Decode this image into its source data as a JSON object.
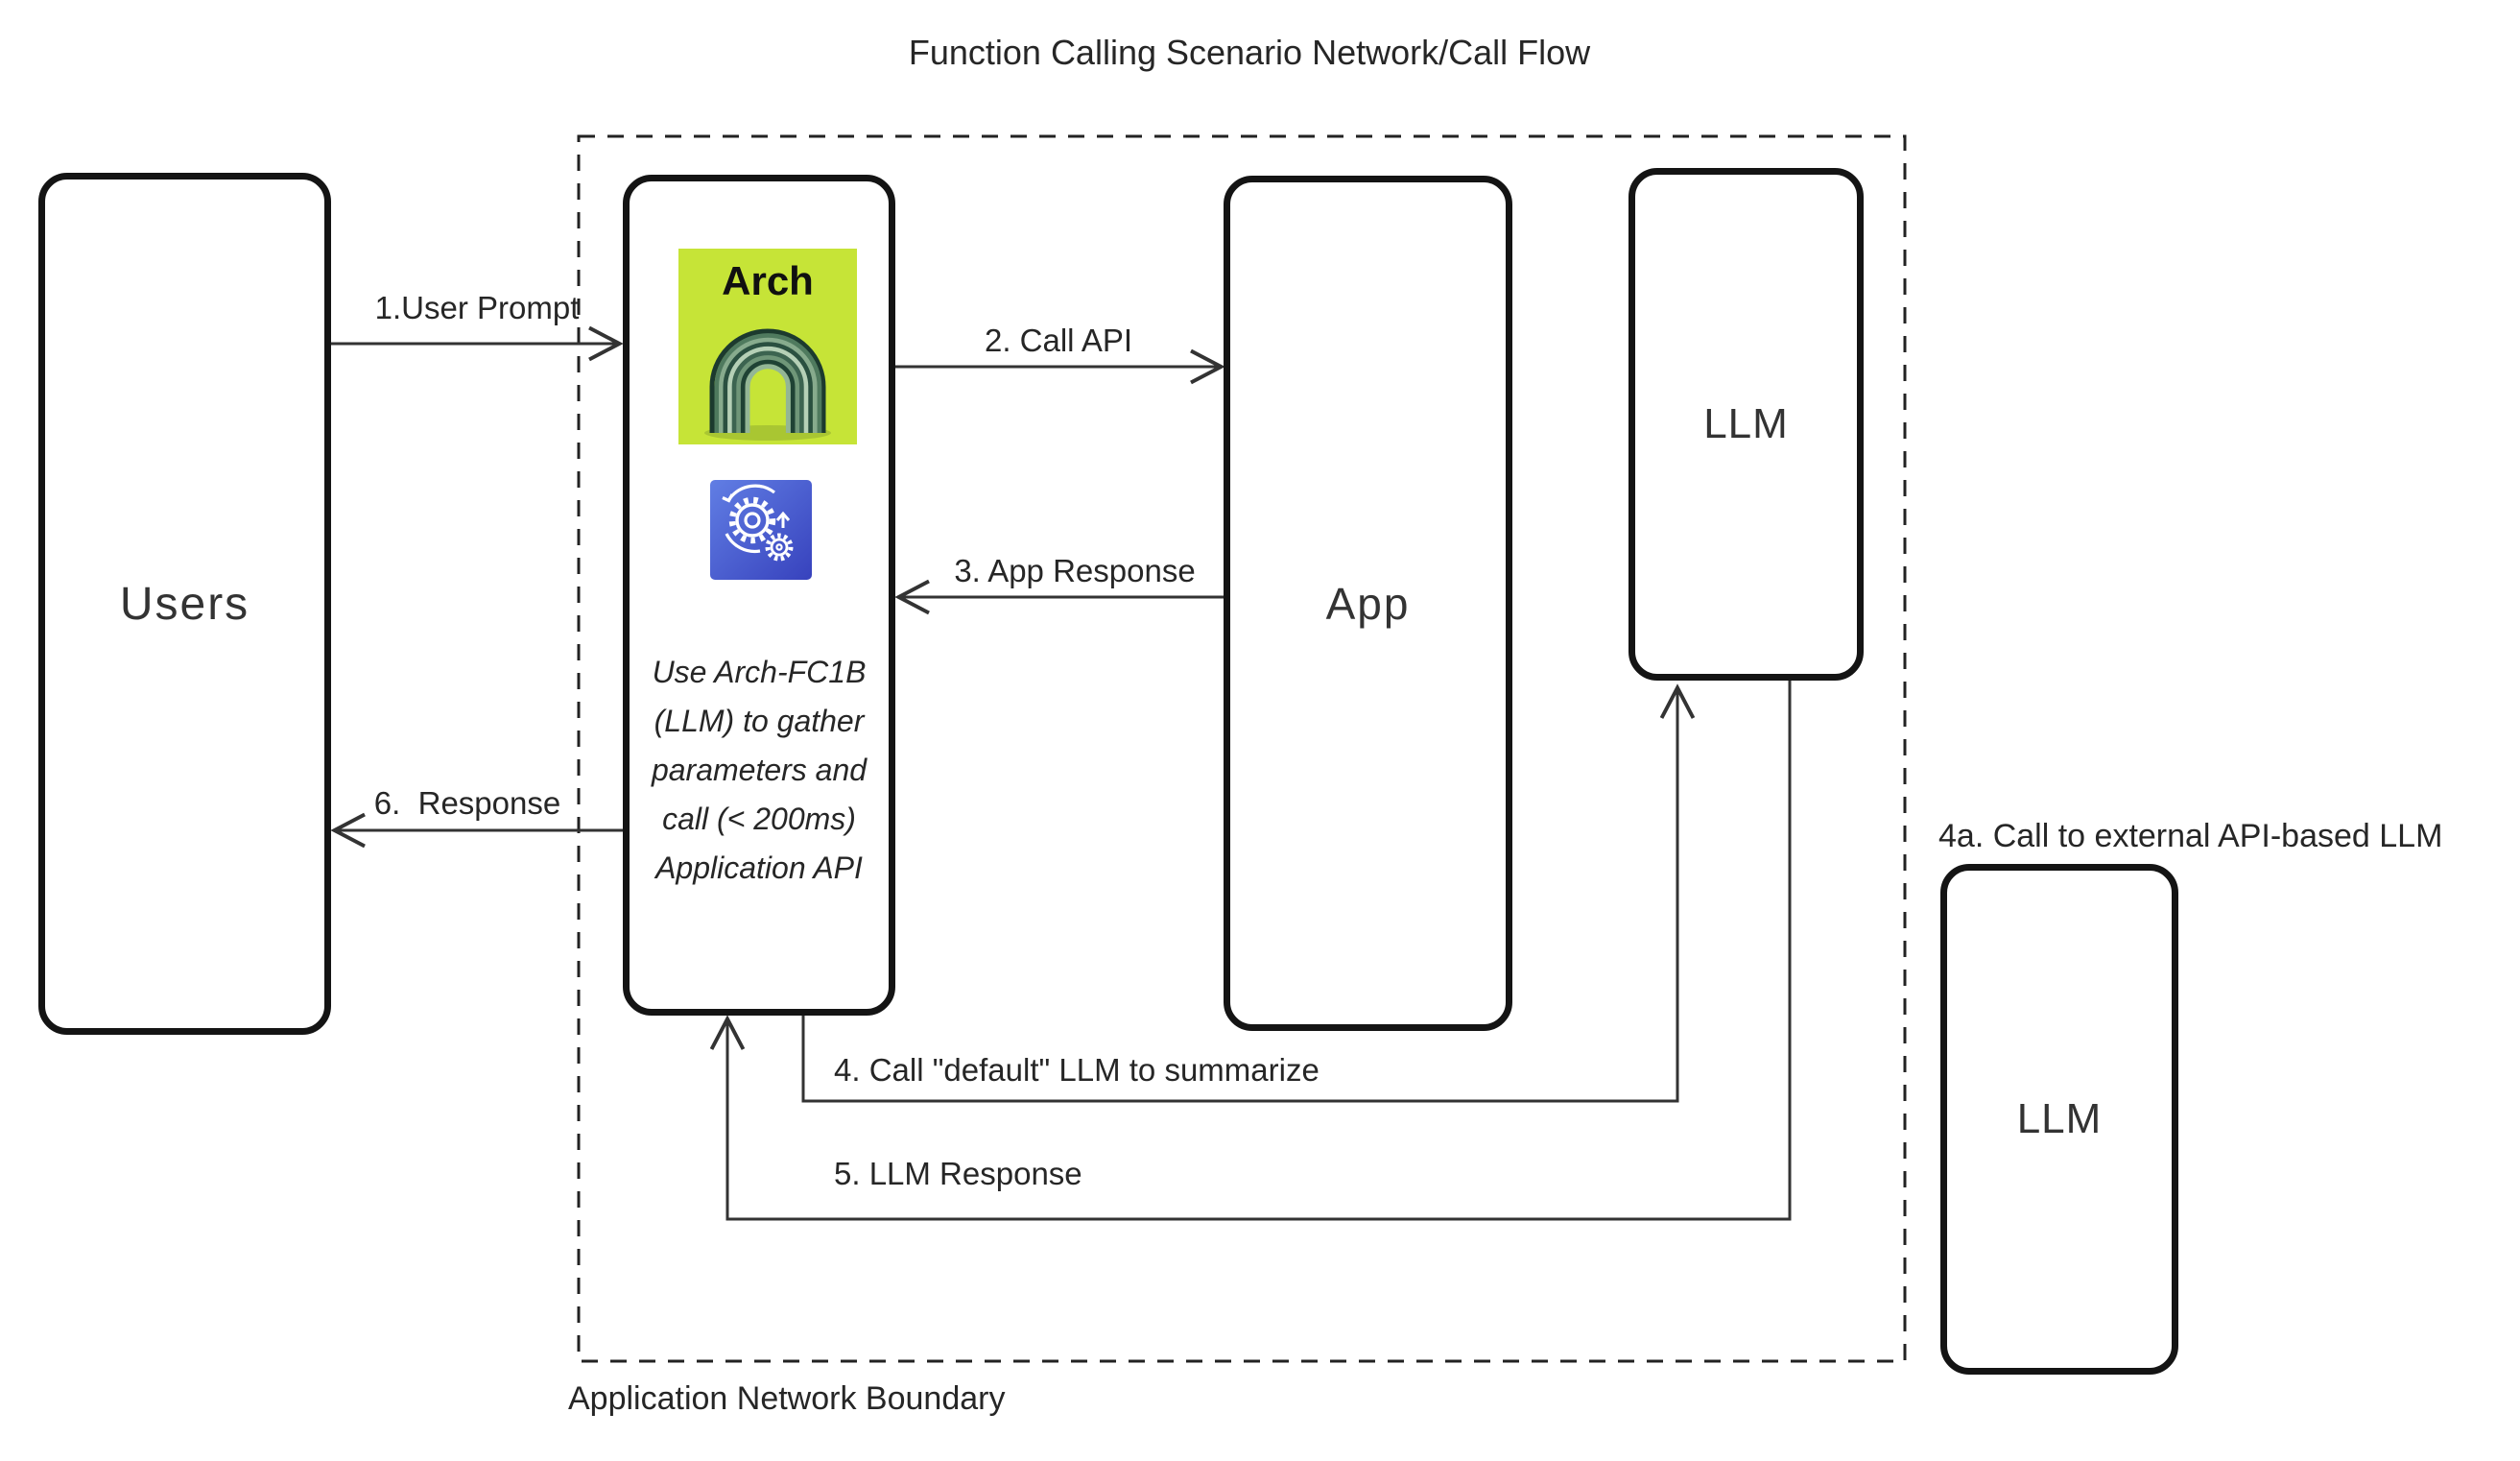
{
  "title": "Function Calling Scenario Network/Call Flow",
  "boundary": {
    "label": "Application Network Boundary"
  },
  "nodes": {
    "users": {
      "label": "Users"
    },
    "arch": {
      "logo_title": "Arch",
      "note_lines": [
        "Use Arch-FC1B",
        "(LLM) to gather",
        "parameters and",
        "call (< 200ms)",
        "Application API"
      ]
    },
    "app": {
      "label": "App"
    },
    "llm_internal": {
      "label": "LLM"
    },
    "llm_external": {
      "label": "LLM",
      "caption": "4a. Call to external API-based LLM"
    }
  },
  "arrows": {
    "a1": "1.User Prompt",
    "a2": "2. Call API",
    "a3": "3. App Response",
    "a4": "4. Call \"default\" LLM to summarize",
    "a5": "5. LLM Response",
    "a6": "6.  Response"
  },
  "icons": {
    "arch_logo": "arch-brand-logo",
    "gear": "process-gears-sync-icon"
  },
  "colors": {
    "arch_logo_bg": "#c6e437",
    "gear_blue_light": "#617ee4",
    "gear_blue_dark": "#3742bd",
    "wire": "#333333",
    "node_border": "#141414"
  }
}
